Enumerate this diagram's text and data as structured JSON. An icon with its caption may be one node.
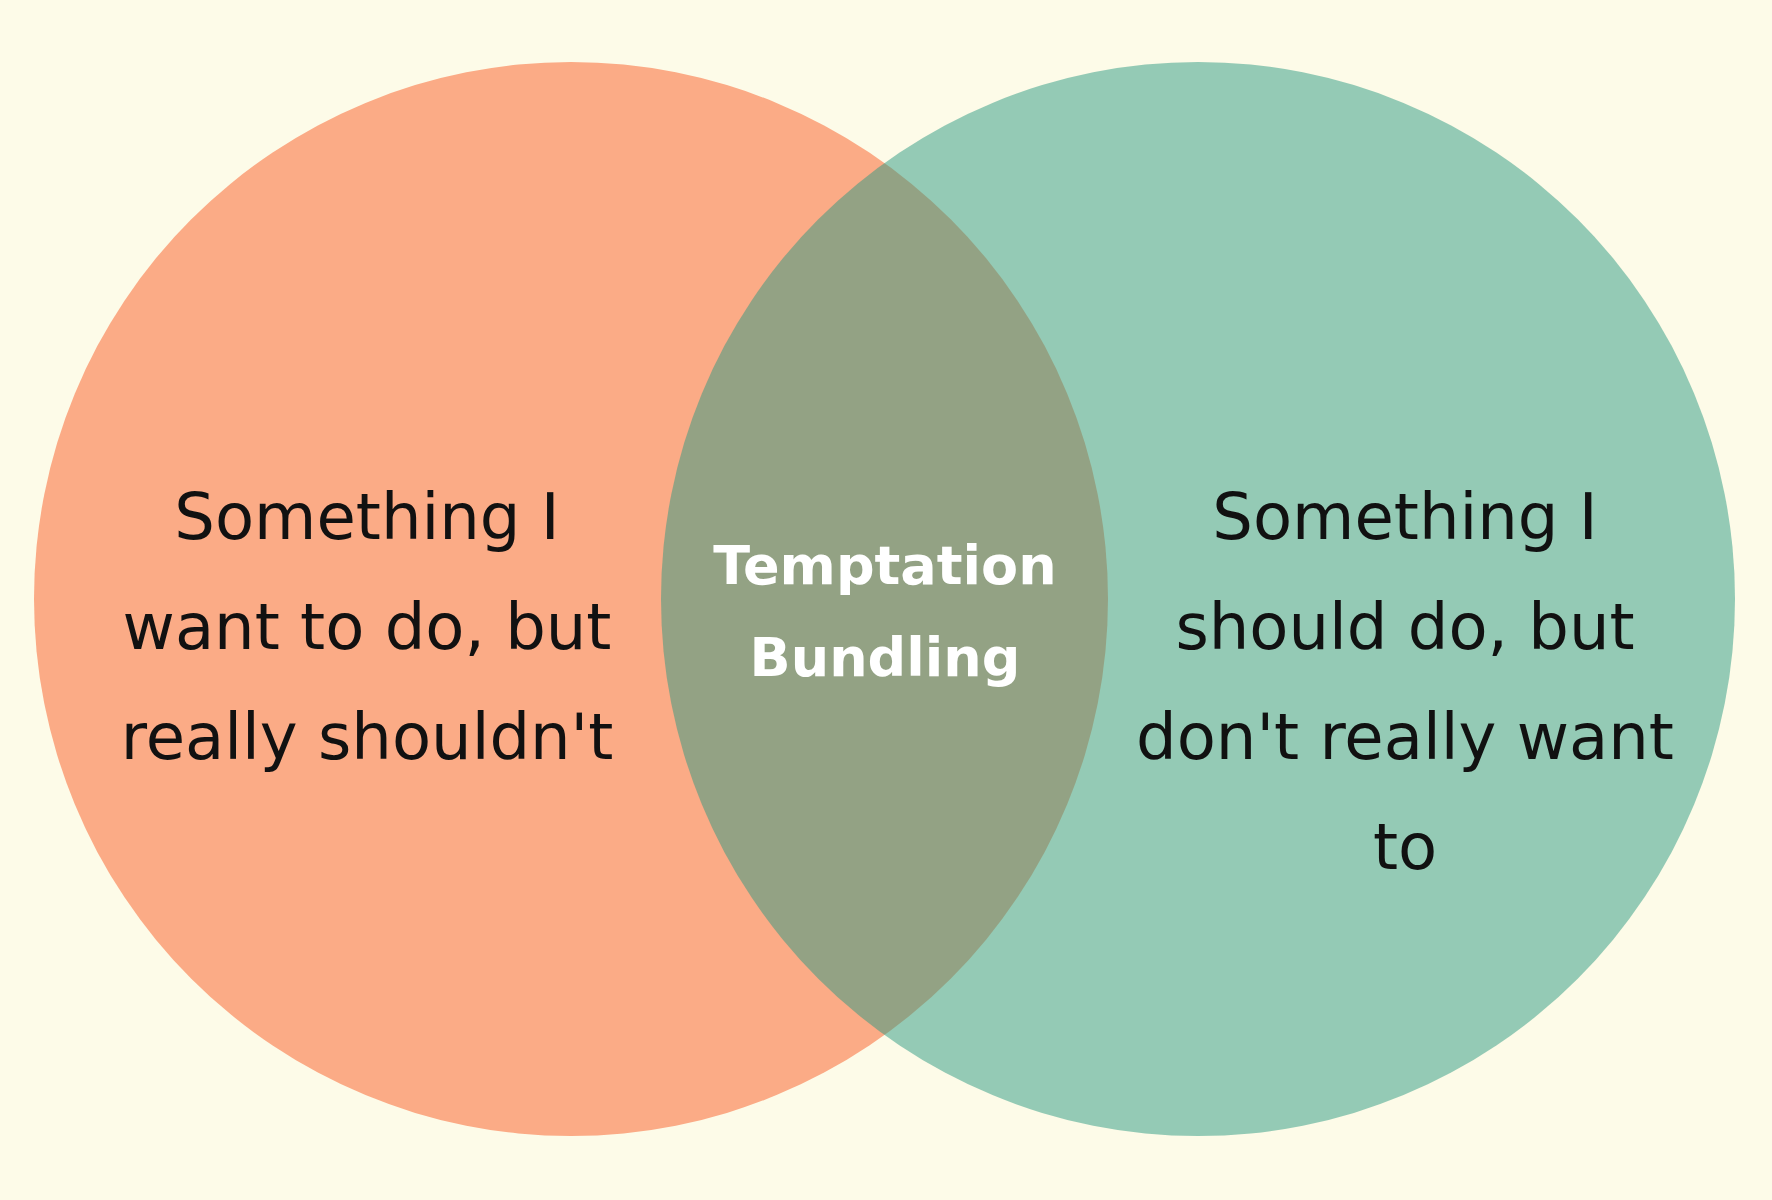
{
  "diagram": {
    "nodes": [
      {
        "text": [
          "Something I want to do, but really shouldn't"
        ]
      },
      {
        "text": [
          "Temptation Bundling"
        ]
      },
      {
        "text": [
          "Something I should do, but don't really want to"
        ]
      }
    ]
  }
}
